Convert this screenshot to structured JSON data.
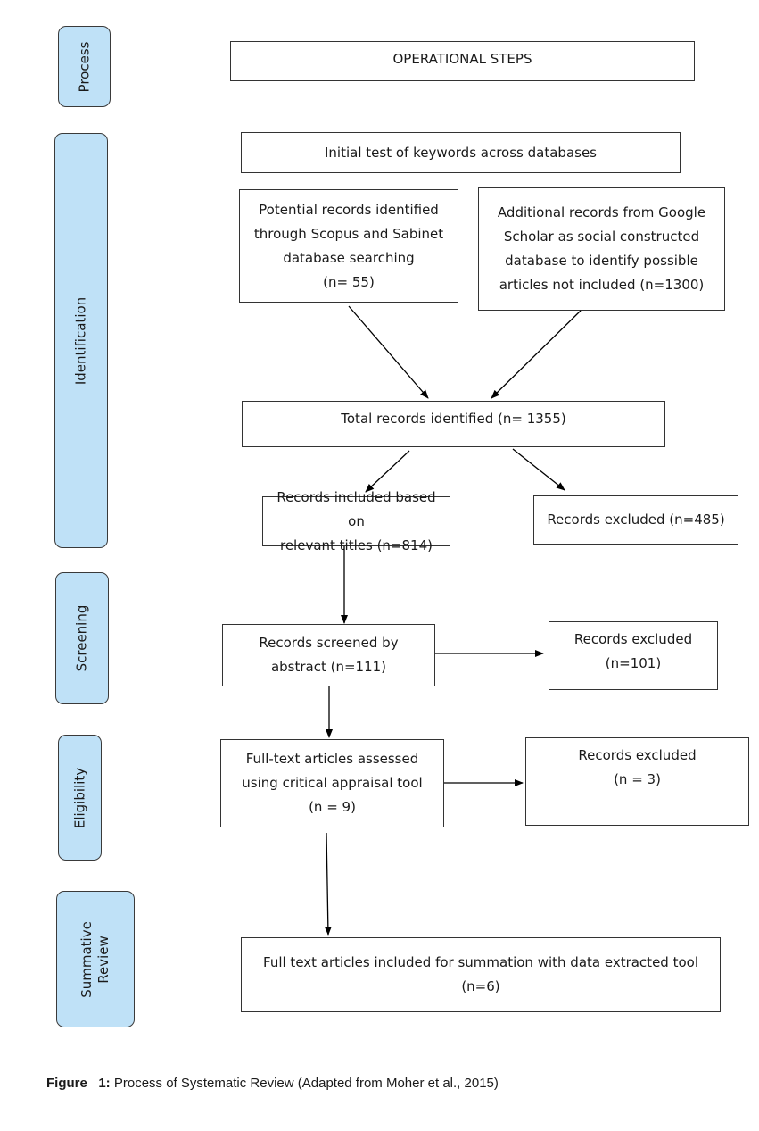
{
  "phases": {
    "process": [
      "Process"
    ],
    "identification": [
      "Identification"
    ],
    "screening": [
      "Screening"
    ],
    "eligibility": [
      "Eligibility"
    ],
    "summative": [
      "Summative",
      "Review"
    ]
  },
  "boxes": {
    "operational_steps": [
      "OPERATIONAL STEPS"
    ],
    "initial_test": [
      "Initial test of keywords across databases"
    ],
    "potential_records": [
      "Potential records identified",
      "through Scopus and Sabinet",
      "database searching",
      "(n= 55)"
    ],
    "additional_records": [
      "Additional records from Google",
      "Scholar as social constructed",
      "database to identify possible",
      "articles not included (n=1300)"
    ],
    "total_records": [
      "Total records identified (n= 1355)"
    ],
    "included_titles": [
      "Records included based on",
      "relevant titles (n=814)"
    ],
    "excluded_485": [
      "Records excluded (n=485)"
    ],
    "screened_abstract": [
      "Records screened by",
      "abstract (n=111)"
    ],
    "excluded_101": [
      "Records excluded",
      "(n=101)"
    ],
    "full_text_assessed": [
      "Full-text articles assessed",
      "using critical appraisal tool",
      "(n = 9)"
    ],
    "excluded_3": [
      "Records excluded",
      "(n = 3)"
    ],
    "full_text_included": [
      "Full text articles included for summation with data extracted tool",
      "(n=6)"
    ]
  },
  "caption": {
    "label": "Figure   1:",
    "text": " Process of Systematic Review (Adapted from Moher et al., 2015)"
  }
}
